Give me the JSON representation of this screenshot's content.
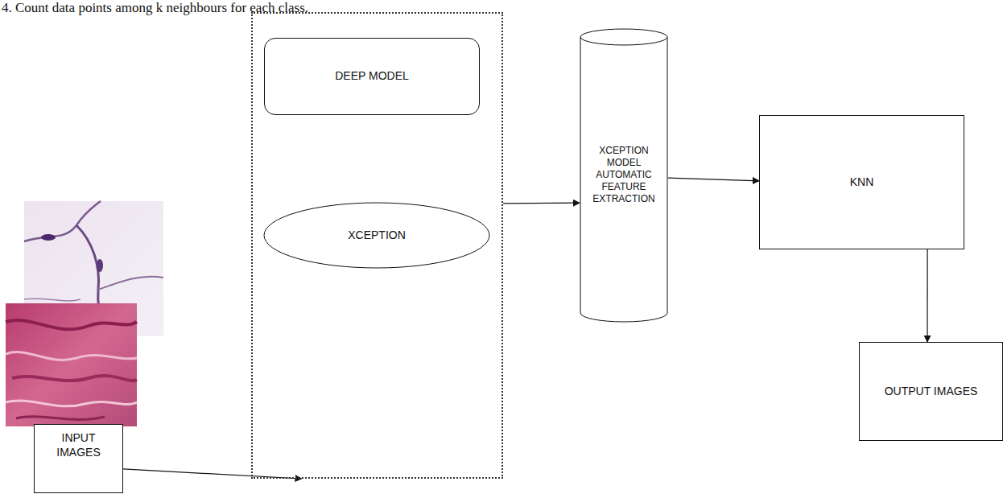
{
  "diagram": {
    "nodes": [
      {
        "text": [
          "INPUT IMAGES"
        ]
      },
      {
        "text": []
      },
      {
        "text": [
          "DEEP MODEL"
        ],
        "in": 1
      },
      {
        "text": [
          "XCEPTION"
        ],
        "in": 1
      },
      {
        "text": [
          "XCEPTION MODEL AUTOMATIC FEATURE EXTRACTION"
        ]
      },
      {
        "text": [
          "KNN"
        ]
      },
      {
        "text": [
          "OUTPUT IMAGES"
        ]
      }
    ],
    "edges": [
      {
        "from": 0,
        "to": 1,
        "arrow": "to"
      },
      {
        "from": 1,
        "to": 4,
        "arrow": "to"
      },
      {
        "from": 4,
        "to": 5,
        "arrow": "to"
      },
      {
        "from": 5,
        "to": 6,
        "arrow": "to"
      }
    ],
    "labels": [
      "4. Count data points among k neighbours for each class."
    ]
  }
}
